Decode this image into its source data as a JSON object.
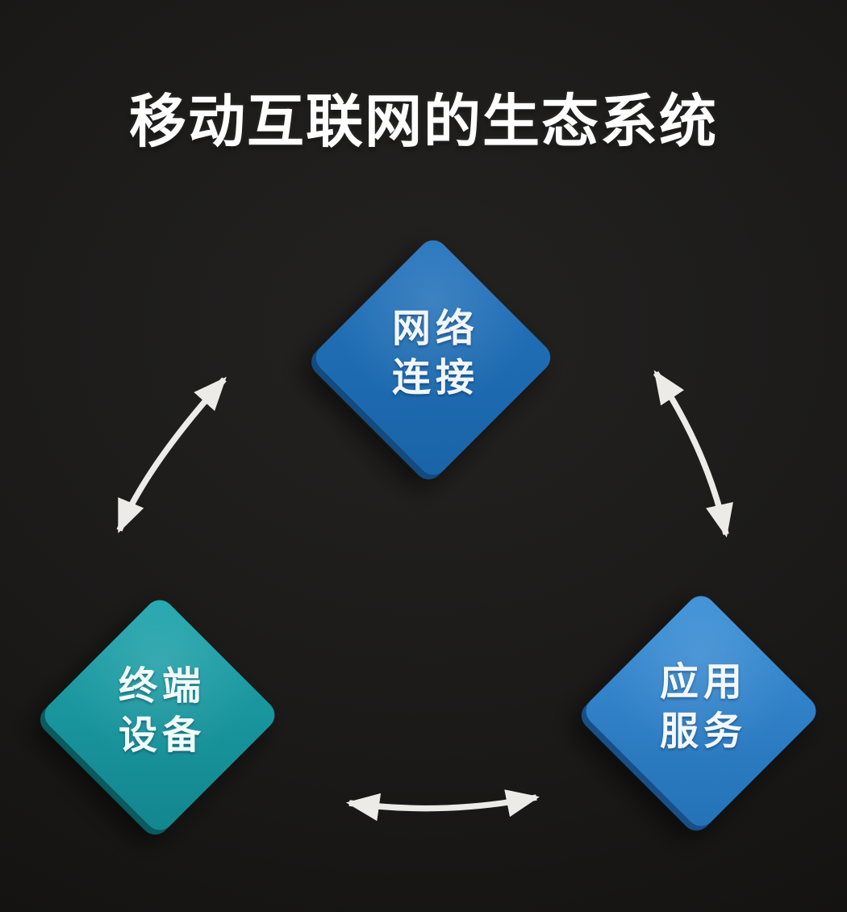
{
  "title": {
    "text": "移动互联网的生态系统",
    "color": "#ffffff"
  },
  "diagram": {
    "type": "cycle",
    "nodes": [
      {
        "id": "network-connection",
        "label_line1": "网络",
        "label_line2": "连接",
        "shape": "rounded-diamond",
        "color_top": "#2374bd",
        "color_bottom": "#1a63a7",
        "edge_color": "#144a7e",
        "text_color": "#f0f7fd"
      },
      {
        "id": "terminal-devices",
        "label_line1": "终端",
        "label_line2": "设备",
        "shape": "rounded-diamond",
        "color_top": "#1ea5ad",
        "color_bottom": "#13858d",
        "edge_color": "#0b5a60",
        "text_color": "#effcfc"
      },
      {
        "id": "application-services",
        "label_line1": "应用",
        "label_line2": "服务",
        "shape": "rounded-diamond",
        "color_top": "#3a8fd8",
        "color_bottom": "#2471b6",
        "edge_color": "#184f86",
        "text_color": "#f2f8fe"
      }
    ],
    "links": [
      {
        "from": "terminal-devices",
        "to": "network-connection",
        "style": "double-headed-curved-arrow"
      },
      {
        "from": "network-connection",
        "to": "application-services",
        "style": "double-headed-curved-arrow"
      },
      {
        "from": "terminal-devices",
        "to": "application-services",
        "style": "double-headed-curved-arrow"
      }
    ],
    "arrow_color": "#ecebe8"
  },
  "background": {
    "center": "#232221",
    "edge": "#100f0e"
  }
}
